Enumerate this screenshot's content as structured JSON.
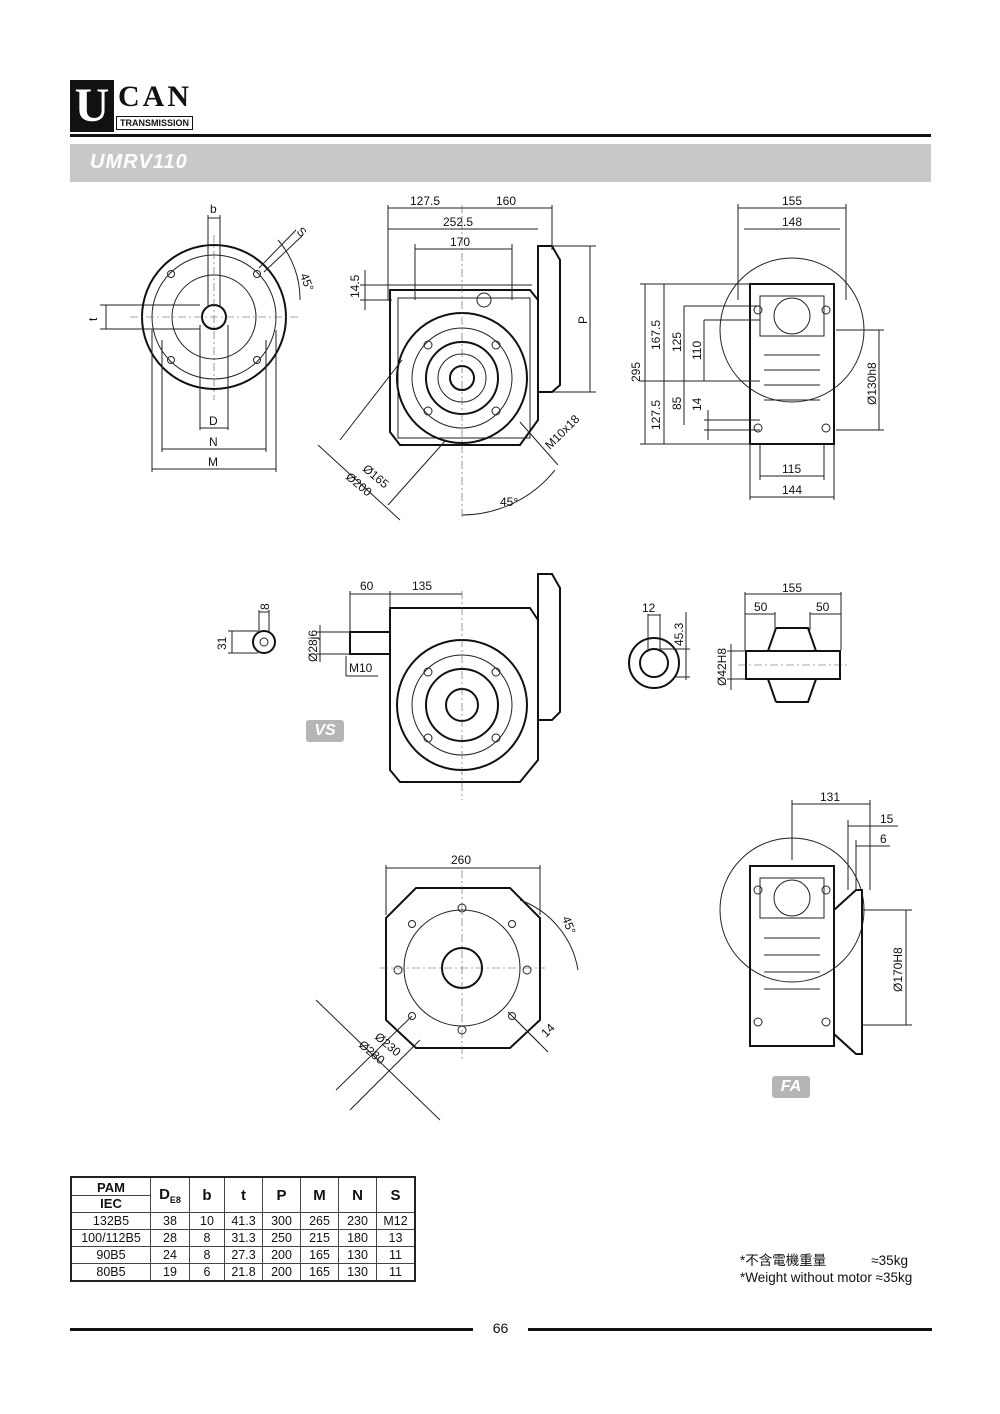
{
  "logo": {
    "letter": "U",
    "word": "CAN",
    "sub": "TRANSMISSION"
  },
  "title": "UMRV110",
  "badges": {
    "vs": "VS",
    "fa": "FA"
  },
  "dims": {
    "b": "b",
    "S": "S",
    "deg45": "45°",
    "t": "t",
    "D": "D",
    "N": "N",
    "M": "M",
    "d127_5": "127.5",
    "d160": "160",
    "d252_5": "252.5",
    "d170": "170",
    "d14_5": "14.5",
    "P": "P",
    "d165": "Ø165",
    "d200": "Ø200",
    "m10x18": "M10x18",
    "d155": "155",
    "d148": "148",
    "d295": "295",
    "d167_5": "167.5",
    "d125": "125",
    "d110": "110",
    "d127_5b": "127.5",
    "d85": "85",
    "d14": "14",
    "d130h8": "Ø130h8",
    "d115": "115",
    "d144": "144",
    "d8": "8",
    "d31": "31",
    "d60": "60",
    "d135": "135",
    "d28j6": "Ø28j6",
    "m10": "M10",
    "d12": "12",
    "d45_3": "45.3",
    "d42h8": "Ø42H8",
    "d155b": "155",
    "d50a": "50",
    "d50b": "50",
    "d260": "260",
    "d230": "Ø230",
    "d280": "Ø280",
    "d14b": "14",
    "d131": "131",
    "d15": "15",
    "d6": "6",
    "d170h8": "Ø170H8"
  },
  "table": {
    "header": [
      "PAM",
      "IEC",
      "D",
      "E8",
      "b",
      "t",
      "P",
      "M",
      "N",
      "S"
    ],
    "rows": [
      [
        "132B5",
        "38",
        "10",
        "41.3",
        "300",
        "265",
        "230",
        "M12"
      ],
      [
        "100/112B5",
        "28",
        "8",
        "31.3",
        "250",
        "215",
        "180",
        "13"
      ],
      [
        "90B5",
        "24",
        "8",
        "27.3",
        "200",
        "165",
        "130",
        "11"
      ],
      [
        "80B5",
        "19",
        "6",
        "21.8",
        "200",
        "165",
        "130",
        "11"
      ]
    ]
  },
  "weight": {
    "line1": "*不含電機重量            ≈35kg",
    "line2": "*Weight without motor ≈35kg"
  },
  "page_number": "66"
}
